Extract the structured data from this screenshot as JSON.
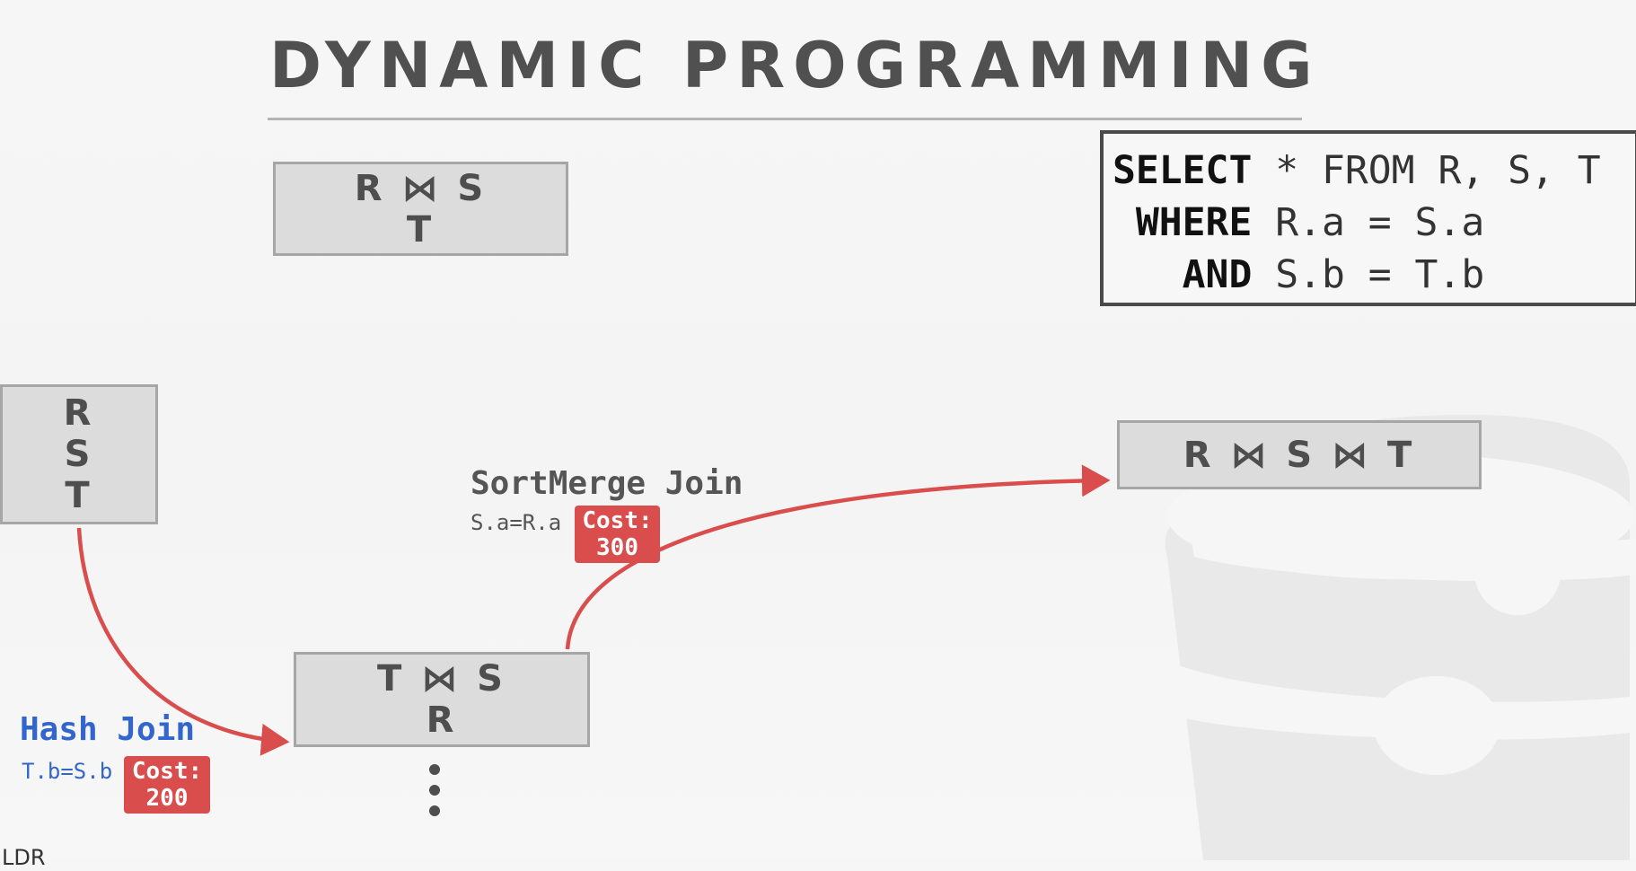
{
  "slide": {
    "title": "DYNAMIC PROGRAMMING",
    "footer": "LDR"
  },
  "query": {
    "line1": {
      "keyword": "SELECT",
      "rest": " * FROM R, S, T"
    },
    "line2": {
      "keyword": " WHERE",
      "rest": " R.a = S.a"
    },
    "line3": {
      "keyword": "   AND",
      "rest": " S.b = T.b"
    }
  },
  "nodes": {
    "top_pair": {
      "line1": "R ⋈ S",
      "line2": "T"
    },
    "start": {
      "line1": "R",
      "line2": "S",
      "line3": "T"
    },
    "middle": {
      "line1": "T ⋈ S",
      "line2": "R"
    },
    "final": {
      "line1": "R ⋈ S ⋈ T"
    }
  },
  "edges": {
    "hash_join": {
      "name": "Hash Join",
      "predicate": "T.b=S.b",
      "cost_label": "Cost:",
      "cost_value": "200",
      "color": "#3366cc"
    },
    "sortmerge_join": {
      "name": "SortMerge Join",
      "predicate": "S.a=R.a",
      "cost_label": "Cost:",
      "cost_value": "300",
      "color": "#555555"
    }
  },
  "colors": {
    "arrow": "#d94d4d",
    "cost_badge": "#d94d4d",
    "node_fill": "#dcdcdc",
    "node_border": "#a6a6a6"
  },
  "more_options_indicator": "ellipsis-vertical-icon"
}
